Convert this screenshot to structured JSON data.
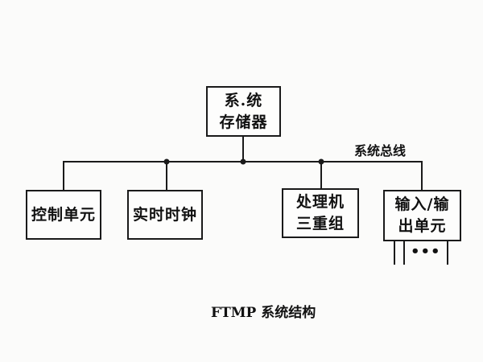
{
  "diagram": {
    "memory": {
      "line1": "系.统",
      "line2": "存储器"
    },
    "bus_label": "系统总线",
    "nodes": [
      {
        "line1": "控制单元"
      },
      {
        "line1": "实时时钟"
      },
      {
        "line1": "处理机",
        "line2": "三重组"
      },
      {
        "line1": "输入/输",
        "line2": "出单元"
      }
    ],
    "io_continuation": "•••",
    "caption": "FTMP 系统结构"
  }
}
